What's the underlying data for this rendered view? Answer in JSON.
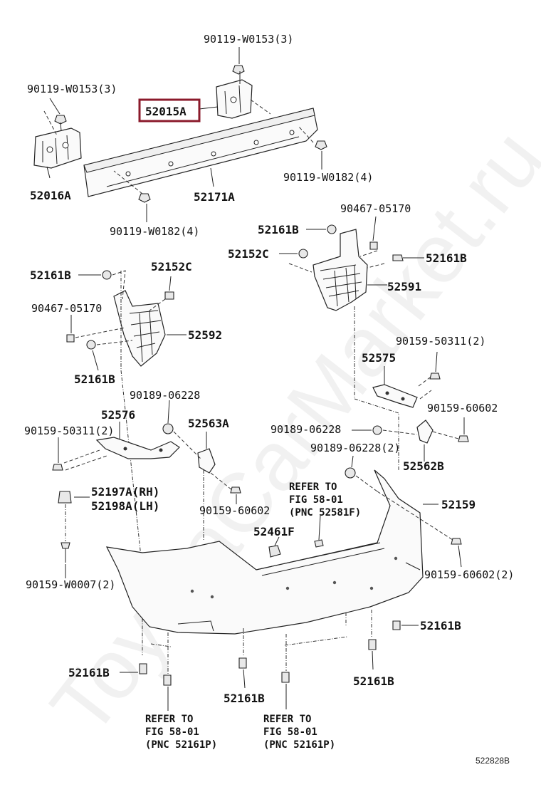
{
  "watermark": "ToyotaCarMarket.ru",
  "diagram_code": "522828B",
  "highlight_color": "#8b1a2b",
  "labels": {
    "p90119_w0153_top": "90119-W0153(3)",
    "p90119_w0153_left": "90119-W0153(3)",
    "p52015a": "52015A",
    "p52016a": "52016A",
    "p52171a": "52171A",
    "p90119_w0182_right": "90119-W0182(4)",
    "p90119_w0182_left": "90119-W0182(4)",
    "p90467_05170_right": "90467-05170",
    "p52161b_a": "52161B",
    "p52152c_right": "52152C",
    "p52161b_b": "52161B",
    "p52591": "52591",
    "p52161b_c": "52161B",
    "p52152c_left": "52152C",
    "p90467_05170_left": "90467-05170",
    "p52592": "52592",
    "p52161b_d": "52161B",
    "p90159_50311_right": "90159-50311(2)",
    "p52575": "52575",
    "p90189_06228_top": "90189-06228",
    "p52576": "52576",
    "p52563a": "52563A",
    "p90159_50311_left": "90159-50311(2)",
    "p90159_60602_top": "90159-60602",
    "p90189_06228_mid": "90189-06228",
    "p90189_06228_2": "90189-06228(2)",
    "p52562b": "52562B",
    "p52197a": "52197A(RH)",
    "p52198a": "52198A(LH)",
    "p90159_60602_mid": "90159-60602",
    "p52159": "52159",
    "p52461f": "52461F",
    "p90159_w0007": "90159-W0007(2)",
    "p90159_60602_2": "90159-60602(2)",
    "p52161b_e": "52161B",
    "p52161b_f": "52161B",
    "p52161b_g": "52161B",
    "p52161b_h": "52161B"
  },
  "refs": {
    "ref_top_l1": "REFER TO",
    "ref_top_l2": "FIG 58-01",
    "ref_top_l3": "(PNC 52581F)",
    "ref_bl_l1": "REFER TO",
    "ref_bl_l2": "FIG 58-01",
    "ref_bl_l3": "(PNC 52161P)",
    "ref_br_l1": "REFER TO",
    "ref_br_l2": "FIG 58-01",
    "ref_br_l3": "(PNC 52161P)"
  }
}
